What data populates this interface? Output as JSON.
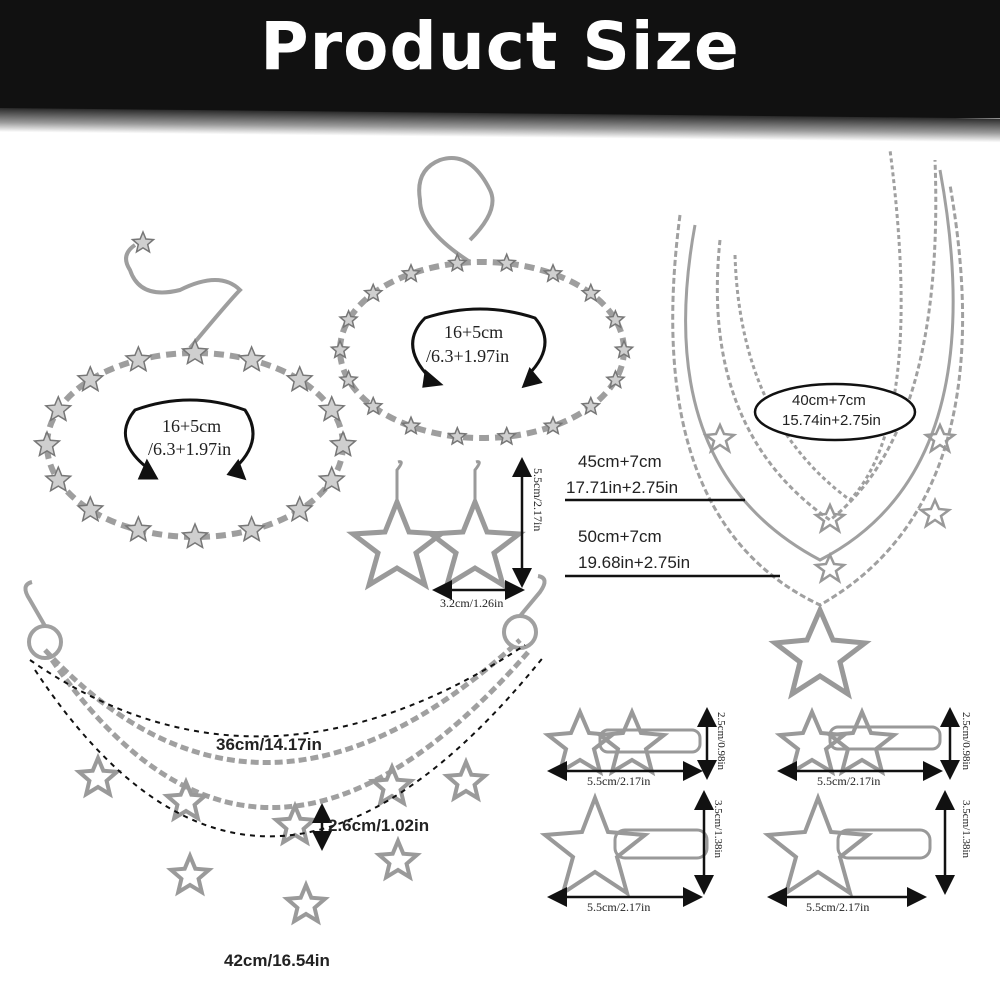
{
  "header": {
    "title": "Product Size"
  },
  "bracelet_left": {
    "line1": "16+5cm",
    "line2": "/6.3+1.97in"
  },
  "bracelet_center": {
    "line1": "16+5cm",
    "line2": "/6.3+1.97in"
  },
  "earrings": {
    "height": "5.5cm/2.17in",
    "width": "3.2cm/1.26in"
  },
  "necklace": {
    "short": {
      "line1": "40cm+7cm",
      "line2": "15.74in+2.75in"
    },
    "middle": {
      "line1": "45cm+7cm",
      "line2": "17.71in+2.75in"
    },
    "long": {
      "line1": "50cm+7cm",
      "line2": "19.68in+2.75in"
    }
  },
  "pants_chain": {
    "top": "36cm/14.17in",
    "gap": "2.6cm/1.02in",
    "bottom": "42cm/16.54in"
  },
  "hairclips": [
    {
      "width": "5.5cm/2.17in",
      "height": "2.5cm/0.98in"
    },
    {
      "width": "5.5cm/2.17in",
      "height": "2.5cm/0.98in"
    },
    {
      "width": "5.5cm/2.17in",
      "height": "3.5cm/1.38in"
    },
    {
      "width": "5.5cm/2.17in",
      "height": "3.5cm/1.38in"
    }
  ],
  "colors": {
    "header_bg": "#111111",
    "title": "#ffffff",
    "metal": "#a8a8a8",
    "line": "#111111"
  }
}
